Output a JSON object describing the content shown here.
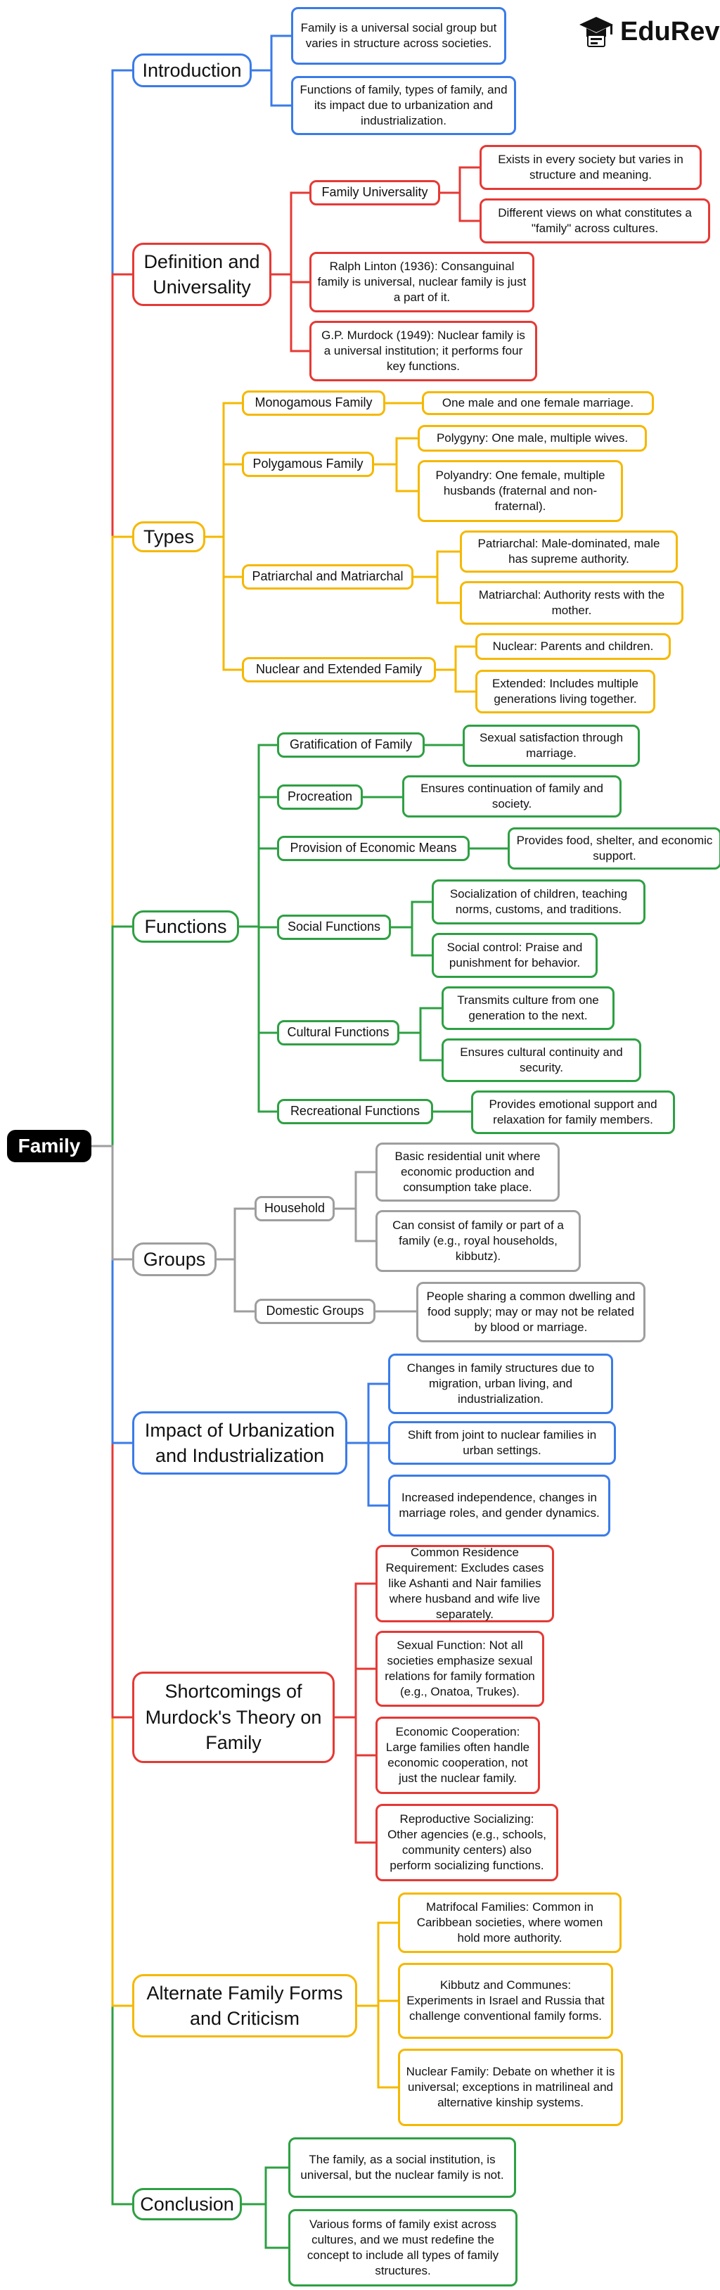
{
  "brand": {
    "name": "EduRev"
  },
  "colors": {
    "blue": "#3a7be8",
    "red": "#e53935",
    "yellow": "#f5b800",
    "green": "#2ea043",
    "gray": "#9e9e9e"
  },
  "root": "Family",
  "branches": [
    {
      "title": "Introduction",
      "color": "blue",
      "notes": [
        "Family is a universal social group but varies in structure across societies.",
        "Functions of family, types of family, and its impact due to urbanization and industrialization."
      ]
    },
    {
      "title": "Definition and Universality",
      "color": "red",
      "topics": [
        {
          "label": "Family Universality",
          "notes": [
            "Exists in every society but varies in structure and meaning.",
            "Different views on what constitutes a \"family\" across cultures."
          ]
        },
        {
          "label": "Ralph Linton (1936): Consanguinal family is universal, nuclear family is just a part of it."
        },
        {
          "label": "G.P. Murdock (1949): Nuclear family is a universal institution; it performs four key functions."
        }
      ]
    },
    {
      "title": "Types",
      "color": "yellow",
      "topics": [
        {
          "label": "Monogamous Family",
          "notes": [
            "One male and one female marriage."
          ]
        },
        {
          "label": "Polygamous Family",
          "notes": [
            "Polygyny: One male, multiple wives.",
            "Polyandry: One female, multiple husbands (fraternal and non-fraternal)."
          ]
        },
        {
          "label": "Patriarchal and Matriarchal",
          "notes": [
            "Patriarchal: Male-dominated, male has supreme authority.",
            "Matriarchal: Authority rests with the mother."
          ]
        },
        {
          "label": "Nuclear and Extended Family",
          "notes": [
            "Nuclear: Parents and children.",
            "Extended: Includes multiple generations living together."
          ]
        }
      ]
    },
    {
      "title": "Functions",
      "color": "green",
      "topics": [
        {
          "label": "Gratification of Family",
          "notes": [
            "Sexual satisfaction through marriage."
          ]
        },
        {
          "label": "Procreation",
          "notes": [
            "Ensures continuation of family and society."
          ]
        },
        {
          "label": "Provision of Economic Means",
          "notes": [
            "Provides food, shelter, and economic support."
          ]
        },
        {
          "label": "Social Functions",
          "notes": [
            "Socialization of children, teaching norms, customs, and traditions.",
            "Social control: Praise and punishment for behavior."
          ]
        },
        {
          "label": "Cultural Functions",
          "notes": [
            "Transmits culture from one generation to the next.",
            "Ensures cultural continuity and security."
          ]
        },
        {
          "label": "Recreational Functions",
          "notes": [
            "Provides emotional support and relaxation for family members."
          ]
        }
      ]
    },
    {
      "title": "Groups",
      "color": "gray",
      "topics": [
        {
          "label": "Household",
          "notes": [
            "Basic residential unit where economic production and consumption take place.",
            "Can consist of family or part of a family (e.g., royal households, kibbutz)."
          ]
        },
        {
          "label": "Domestic Groups",
          "notes": [
            "People sharing a common dwelling and food supply; may or may not be related by blood or marriage."
          ]
        }
      ]
    },
    {
      "title": "Impact of Urbanization and Industrialization",
      "color": "blue",
      "notes": [
        "Changes in family structures due to migration, urban living, and industrialization.",
        "Shift from joint to nuclear families in urban settings.",
        "Increased independence, changes in marriage roles, and gender dynamics."
      ]
    },
    {
      "title": "Shortcomings of Murdock's Theory on Family",
      "color": "red",
      "notes": [
        "Common Residence Requirement: Excludes cases like Ashanti and Nair families where husband and wife live separately.",
        "Sexual Function: Not all societies emphasize sexual relations for family formation (e.g., Onatoa, Trukes).",
        "Economic Cooperation: Large families often handle economic cooperation, not just the nuclear family.",
        "Reproductive Socializing: Other agencies (e.g., schools, community centers) also perform socializing functions."
      ]
    },
    {
      "title": "Alternate Family Forms and Criticism",
      "color": "yellow",
      "notes": [
        "Matrifocal Families: Common in Caribbean societies, where women hold more authority.",
        "Kibbutz and Communes: Experiments in Israel and Russia that challenge conventional family forms.",
        "Nuclear Family: Debate on whether it is universal; exceptions in matrilineal and alternative kinship systems."
      ]
    },
    {
      "title": "Conclusion",
      "color": "green",
      "notes": [
        "The family, as a social institution, is universal, but the nuclear family is not.",
        "Various forms of family exist across cultures, and we must redefine the concept to include all types of family structures."
      ]
    }
  ]
}
